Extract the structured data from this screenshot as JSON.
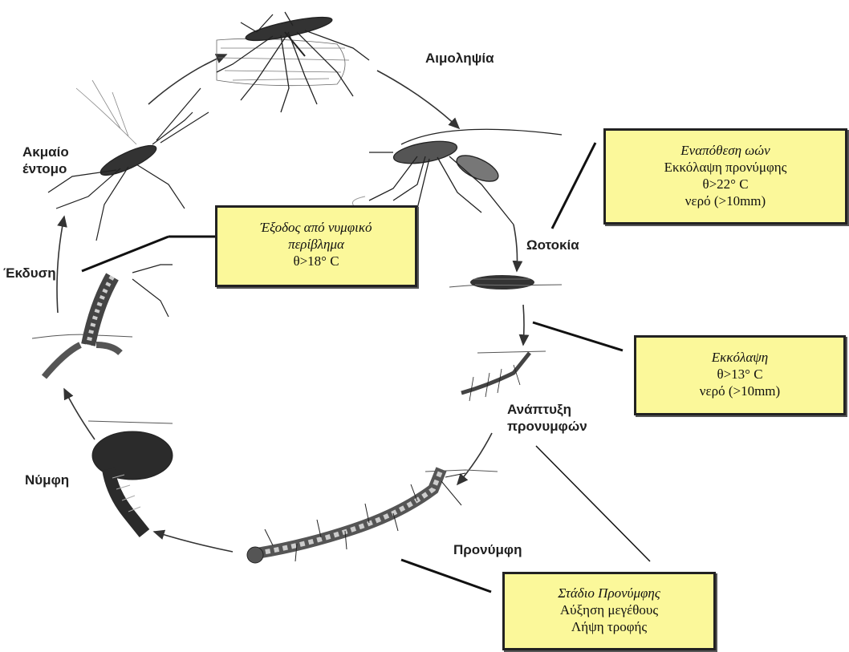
{
  "stages": {
    "blood_meal": "Αιμοληψία",
    "oviposition": "Ωοτοκία",
    "larva_development_1": "Ανάπτυξη",
    "larva_development_2": "προνυμφών",
    "larva": "Προνύμφη",
    "pupa": "Νύμφη",
    "emergence": "Έκδυση",
    "adult_1": "Ακμαίο",
    "adult_2": "έντομο"
  },
  "boxes": {
    "oviposition": {
      "title": "Εναπόθεση ωών",
      "line1": "Εκκόλαψη προνύμφης",
      "line2": "θ>22° C",
      "line3": "νερό (>10mm)"
    },
    "hatching": {
      "title": "Εκκόλαψη",
      "line1": "θ>13° C",
      "line2": "νερό (>10mm)"
    },
    "larval_stage": {
      "title": "Στάδιο Προνύμφης",
      "line1": "Αύξηση μεγέθους",
      "line2": "Λήψη τροφής"
    },
    "emergence": {
      "title": "Έξοδος από νυμφικό",
      "title2": "περίβλημα",
      "line1": "θ>18° C"
    }
  },
  "colors": {
    "box_fill": "#fbf89a",
    "box_border": "#222222",
    "ink": "#1f1f1f"
  }
}
